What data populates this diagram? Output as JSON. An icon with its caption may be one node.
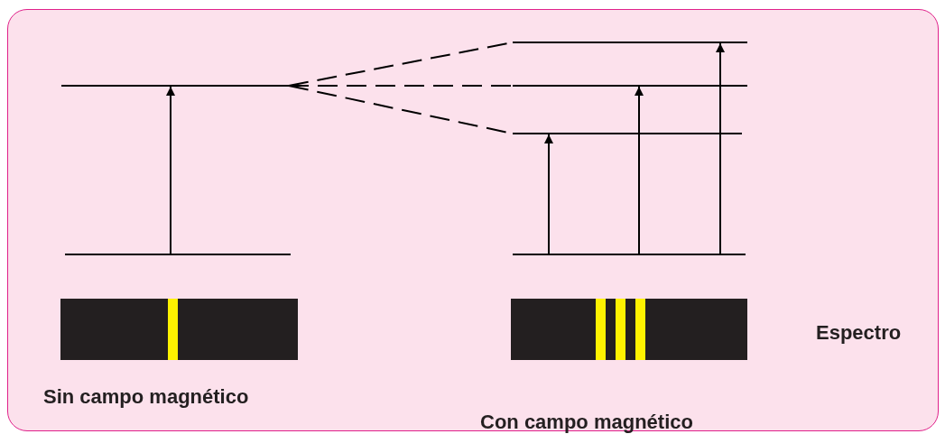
{
  "diagram": {
    "nodes": [
      {
        "text": [],
        "shape": "line"
      },
      {
        "text": [],
        "shape": "line"
      },
      {
        "text": [],
        "shape": "line"
      },
      {
        "text": [],
        "shape": "line"
      },
      {
        "text": [],
        "shape": "line"
      },
      {
        "text": [],
        "shape": "line"
      },
      {
        "text": [],
        "shape": "bar"
      },
      {
        "text": [],
        "shape": "bar"
      }
    ],
    "edges": [
      {
        "from": 1,
        "to": 0,
        "arrow": "to"
      },
      {
        "from": 0,
        "to": 2,
        "arrow": "none",
        "style": "dashed"
      },
      {
        "from": 0,
        "to": 3,
        "arrow": "none",
        "style": "dashed"
      },
      {
        "from": 0,
        "to": 4,
        "arrow": "none",
        "style": "dashed"
      },
      {
        "from": 5,
        "to": 4,
        "arrow": "to"
      },
      {
        "from": 5,
        "to": 3,
        "arrow": "to"
      },
      {
        "from": 5,
        "to": 2,
        "arrow": "to"
      }
    ],
    "labels": [
      "Espectro",
      "Sin campo magnético",
      "Con campo magnético"
    ]
  }
}
